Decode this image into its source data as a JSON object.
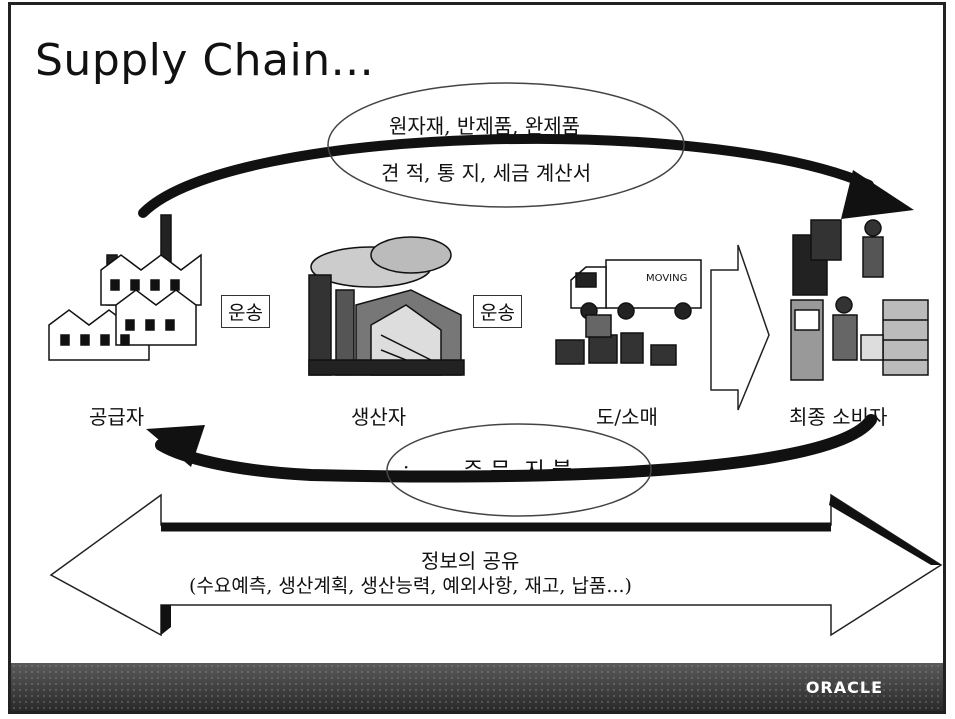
{
  "title": "Supply Chain...",
  "top_ellipse": {
    "line1": "원자재, 반제품, 완제품",
    "line2": "견 적, 통 지, 세금 계산서"
  },
  "bottom_ellipse": {
    "dot": "·",
    "text": "주 문, 지 불"
  },
  "nodes": [
    {
      "label": "공급자"
    },
    {
      "label": "생산자"
    },
    {
      "label": "도/소매"
    },
    {
      "label": "최종 소비자"
    }
  ],
  "transport": {
    "label1": "운송",
    "label2": "운송"
  },
  "info_share": {
    "line1": "정보의 공유",
    "line2": "(수요예측, 생산계획, 생산능력, 예외사항, 재고, 납품...)"
  },
  "footer": {
    "brand": "ORACLE"
  }
}
